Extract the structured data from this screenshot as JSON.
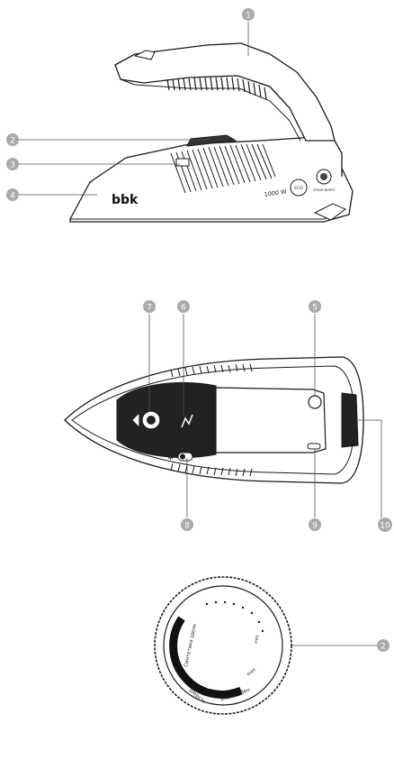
{
  "callouts": {
    "c1": "1",
    "c2": "2",
    "c3": "3",
    "c4": "4",
    "c5": "5",
    "c6": "6",
    "c7": "7",
    "c8": "8",
    "c9": "9",
    "c10": "10",
    "c2b": "2"
  },
  "side_view": {
    "brand": "bbk",
    "power": "1000 W",
    "eco_badge": "ECO",
    "steam_badge": "STEAM BURST"
  },
  "dial": {
    "label_silk": "Синтетика Шелк",
    "label_wool": "Шерсть",
    "label_cotton": "Хлопок/Лен",
    "label_max": "max",
    "label_min": "min"
  },
  "colors": {
    "callout_fill": "#aaaaaa",
    "line": "#1a1a1a",
    "panel": "#222222"
  }
}
